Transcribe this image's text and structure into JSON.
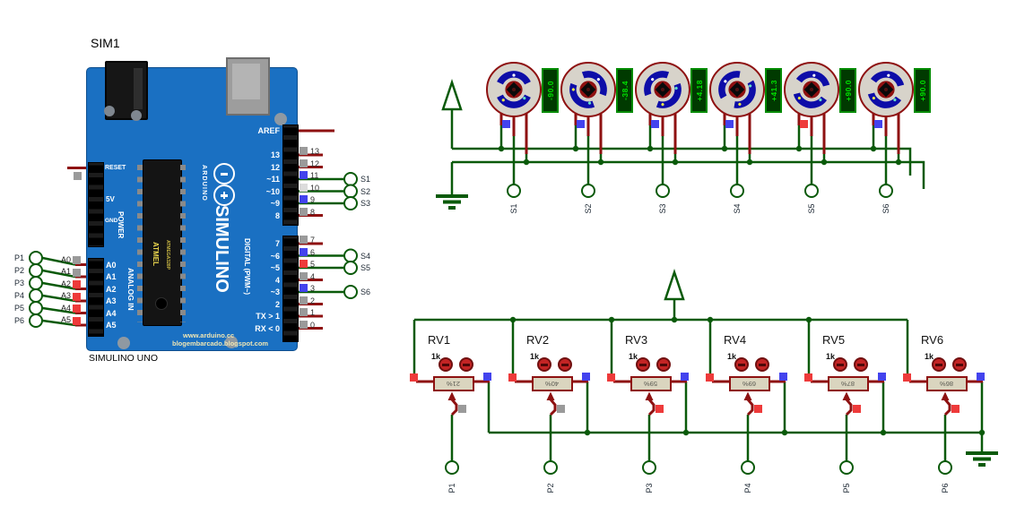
{
  "colors": {
    "wire_green": "#0a5a0a",
    "component_red": "#8e1111",
    "board_blue": "#1a70c2",
    "display_green": "#00e000",
    "state_gray": "#9a9a9a",
    "state_blue": "#4343ee",
    "state_red": "#ee3a3a"
  },
  "arduino": {
    "ref": "SIM1",
    "title": "SIMULINO UNO",
    "big_label": "SIMULINO",
    "logo_label": "ARDUINO",
    "chip_brand": "ATMEL",
    "chip_part": "ATMEGA328P",
    "url_line1": "www.arduino.cc",
    "url_line2": "blogembarcado.blogspot.com",
    "digital_header": "DIGITAL (PWM~)",
    "analog_header": "ANALOG IN",
    "power_header": "POWER",
    "power_pin_labels": [
      "RESET",
      "5V",
      "GND"
    ],
    "reset_state": "sq-gray",
    "upper_pin_labels": [
      "AREF",
      "13",
      "12",
      "~11",
      "~10",
      "~9",
      "8"
    ],
    "lower_pin_labels": [
      "7",
      "~6",
      "~5",
      "4",
      "~3",
      "2",
      "TX > 1",
      "RX < 0"
    ],
    "analog_pin_labels": [
      "A0",
      "A1",
      "A2",
      "A3",
      "A4",
      "A5"
    ],
    "right_outer_pins": [
      {
        "num": "13",
        "state": "sq-gray"
      },
      {
        "num": "12",
        "state": "sq-gray"
      },
      {
        "num": "11",
        "state": "sq-blue"
      },
      {
        "num": "10",
        "state": "sq-light"
      },
      {
        "num": "9",
        "state": "sq-blue"
      },
      {
        "num": "8",
        "state": "sq-gray"
      },
      {
        "num": "7",
        "state": "sq-gray"
      },
      {
        "num": "6",
        "state": "sq-blue"
      },
      {
        "num": "5",
        "state": "sq-red"
      },
      {
        "num": "4",
        "state": "sq-gray"
      },
      {
        "num": "3",
        "state": "sq-blue"
      },
      {
        "num": "2",
        "state": "sq-gray"
      },
      {
        "num": "1",
        "state": "sq-gray"
      },
      {
        "num": "0",
        "state": "sq-gray"
      }
    ],
    "analog_outer_pins": [
      {
        "label": "A0",
        "state": "sq-gray"
      },
      {
        "label": "A1",
        "state": "sq-gray"
      },
      {
        "label": "A2",
        "state": "sq-red"
      },
      {
        "label": "A3",
        "state": "sq-red"
      },
      {
        "label": "A4",
        "state": "sq-red"
      },
      {
        "label": "A5",
        "state": "sq-red"
      }
    ]
  },
  "servo_section": {
    "servos": [
      {
        "terminal": "S1",
        "value": "-90.0",
        "state": "sq-blue"
      },
      {
        "terminal": "S2",
        "value": "-38.4",
        "state": "sq-blue"
      },
      {
        "terminal": "S3",
        "value": "+4.18",
        "state": "sq-blue"
      },
      {
        "terminal": "S4",
        "value": "+41.3",
        "state": "sq-blue"
      },
      {
        "terminal": "S5",
        "value": "+90.0",
        "state": "sq-red"
      },
      {
        "terminal": "S6",
        "value": "+90.0",
        "state": "sq-blue"
      }
    ]
  },
  "pot_section": {
    "pots": [
      {
        "name": "RV1",
        "value": "1k",
        "percent": "21%",
        "wiper_state": "sq-gray",
        "left_state": "sq-red",
        "right_state": "sq-blue",
        "terminal": "P1"
      },
      {
        "name": "RV2",
        "value": "1k",
        "percent": "40%",
        "wiper_state": "sq-gray",
        "left_state": "sq-red",
        "right_state": "sq-blue",
        "terminal": "P2"
      },
      {
        "name": "RV3",
        "value": "1k",
        "percent": "59%",
        "wiper_state": "sq-red",
        "left_state": "sq-red",
        "right_state": "sq-blue",
        "terminal": "P3"
      },
      {
        "name": "RV4",
        "value": "1k",
        "percent": "69%",
        "wiper_state": "sq-red",
        "left_state": "sq-red",
        "right_state": "sq-blue",
        "terminal": "P4"
      },
      {
        "name": "RV5",
        "value": "1k",
        "percent": "87%",
        "wiper_state": "sq-red",
        "left_state": "sq-red",
        "right_state": "sq-blue",
        "terminal": "P5"
      },
      {
        "name": "RV6",
        "value": "1k",
        "percent": "86%",
        "wiper_state": "sq-red",
        "left_state": "sq-red",
        "right_state": "sq-blue",
        "terminal": "P6"
      }
    ]
  }
}
